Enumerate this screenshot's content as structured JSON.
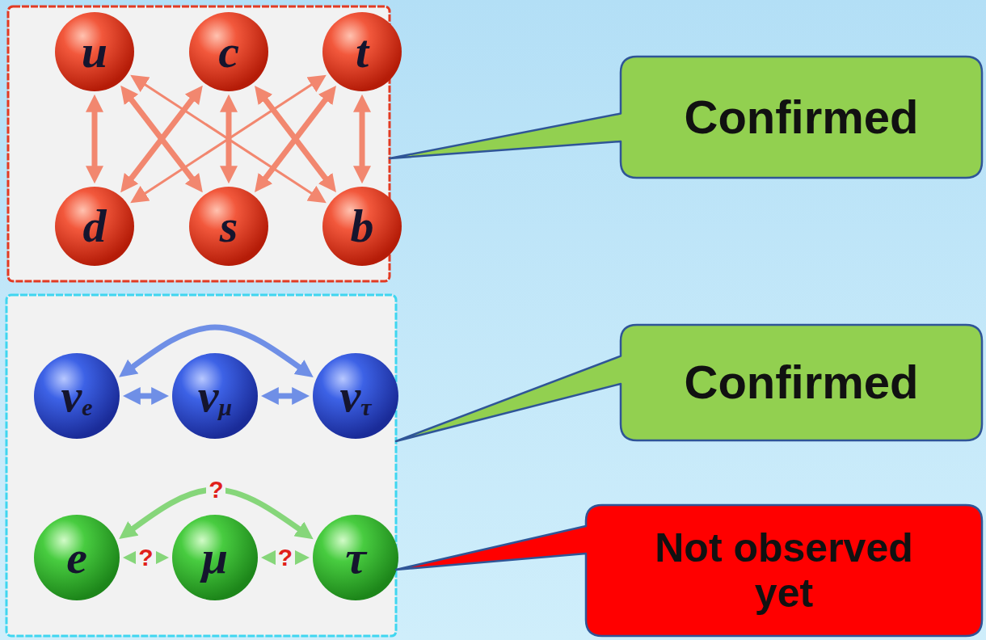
{
  "diagram": {
    "nodes": [
      {
        "text": [
          "u"
        ]
      },
      {
        "text": [
          "c"
        ]
      },
      {
        "text": [
          "t"
        ]
      },
      {
        "text": [
          "d"
        ]
      },
      {
        "text": [
          "s"
        ]
      },
      {
        "text": [
          "b"
        ]
      },
      {
        "text": [
          "ν",
          "e"
        ]
      },
      {
        "text": [
          "ν",
          "μ"
        ]
      },
      {
        "text": [
          "ν",
          "τ"
        ]
      },
      {
        "text": [
          "e"
        ]
      },
      {
        "text": [
          "μ"
        ]
      },
      {
        "text": [
          "τ"
        ]
      },
      {
        "text": [
          "Confirmed"
        ]
      },
      {
        "text": [
          "Confirmed"
        ]
      },
      {
        "text": [
          "Not observed yet"
        ]
      }
    ],
    "edges": [
      {
        "from": 0,
        "to": 3,
        "arrow": "both"
      },
      {
        "from": 1,
        "to": 4,
        "arrow": "both"
      },
      {
        "from": 2,
        "to": 5,
        "arrow": "both"
      },
      {
        "from": 0,
        "to": 4,
        "arrow": "both"
      },
      {
        "from": 3,
        "to": 1,
        "arrow": "both"
      },
      {
        "from": 1,
        "to": 5,
        "arrow": "both"
      },
      {
        "from": 4,
        "to": 2,
        "arrow": "both"
      },
      {
        "from": 0,
        "to": 5,
        "arrow": "both"
      },
      {
        "from": 3,
        "to": 2,
        "arrow": "both"
      },
      {
        "from": 6,
        "to": 7,
        "arrow": "both"
      },
      {
        "from": 7,
        "to": 8,
        "arrow": "both"
      },
      {
        "from": 6,
        "to": 8,
        "arrow": "both"
      },
      {
        "from": 9,
        "to": 10,
        "arrow": "both",
        "label": "?"
      },
      {
        "from": 10,
        "to": 11,
        "arrow": "both",
        "label": "?"
      },
      {
        "from": 9,
        "to": 11,
        "arrow": "both",
        "label": "?"
      }
    ]
  }
}
